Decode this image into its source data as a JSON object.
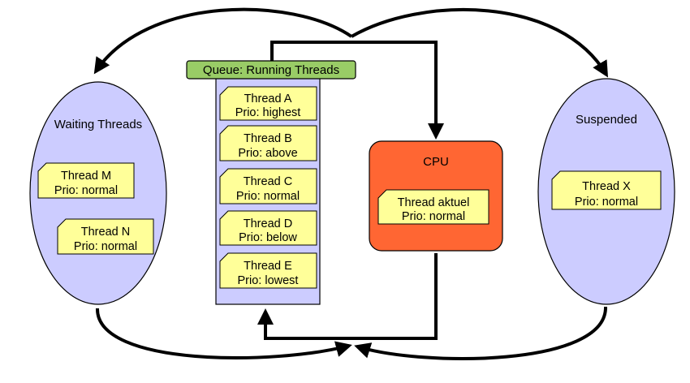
{
  "queue": {
    "title": "Queue: Running Threads",
    "threads": [
      {
        "name": "Thread A",
        "prio": "Prio: highest"
      },
      {
        "name": "Thread B",
        "prio": "Prio: above"
      },
      {
        "name": "Thread C",
        "prio": "Prio: normal"
      },
      {
        "name": "Thread D",
        "prio": "Prio: below"
      },
      {
        "name": "Thread E",
        "prio": "Prio: lowest"
      }
    ]
  },
  "waiting": {
    "title": "Waiting Threads",
    "threads": [
      {
        "name": "Thread M",
        "prio": "Prio: normal"
      },
      {
        "name": "Thread N",
        "prio": "Prio: normal"
      }
    ]
  },
  "suspended": {
    "title": "Suspended",
    "threads": [
      {
        "name": "Thread X",
        "prio": "Prio: normal"
      }
    ]
  },
  "cpu": {
    "title": "CPU",
    "thread": {
      "name": "Thread aktuel",
      "prio": "Prio: normal"
    }
  },
  "colors": {
    "ellipse_fill": "#ccccff",
    "card_fill": "#ffff99",
    "cpu_fill": "#ff6633",
    "queue_title_fill": "#99cc66"
  }
}
